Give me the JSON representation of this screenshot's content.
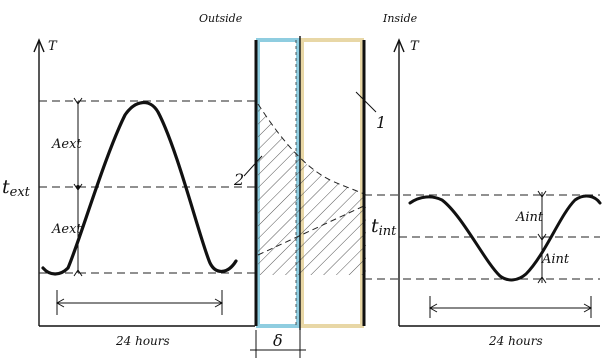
{
  "labels": {
    "outside": "Outside",
    "inside": "Inside",
    "t_axis_left": "T",
    "t_axis_right": "T",
    "t_ext": "t",
    "t_ext_sub": "ext",
    "a_ext_top": "Aext",
    "a_ext_bottom": "Aext",
    "t_int": "t",
    "t_int_sub": "int",
    "a_int_top": "Aint",
    "a_int_bottom": "Aint",
    "period_left": "24 hours",
    "period_right": "24 hours",
    "thickness": "δ",
    "callout_1": "1",
    "callout_2": "2"
  },
  "colors": {
    "line": "#111111",
    "dash": "#222222",
    "outer_layer": "#8fcde0",
    "inner_layer": "#e8d7a6",
    "hatch": "#555555",
    "outer_layer_edge": "#7ec8e3"
  }
}
